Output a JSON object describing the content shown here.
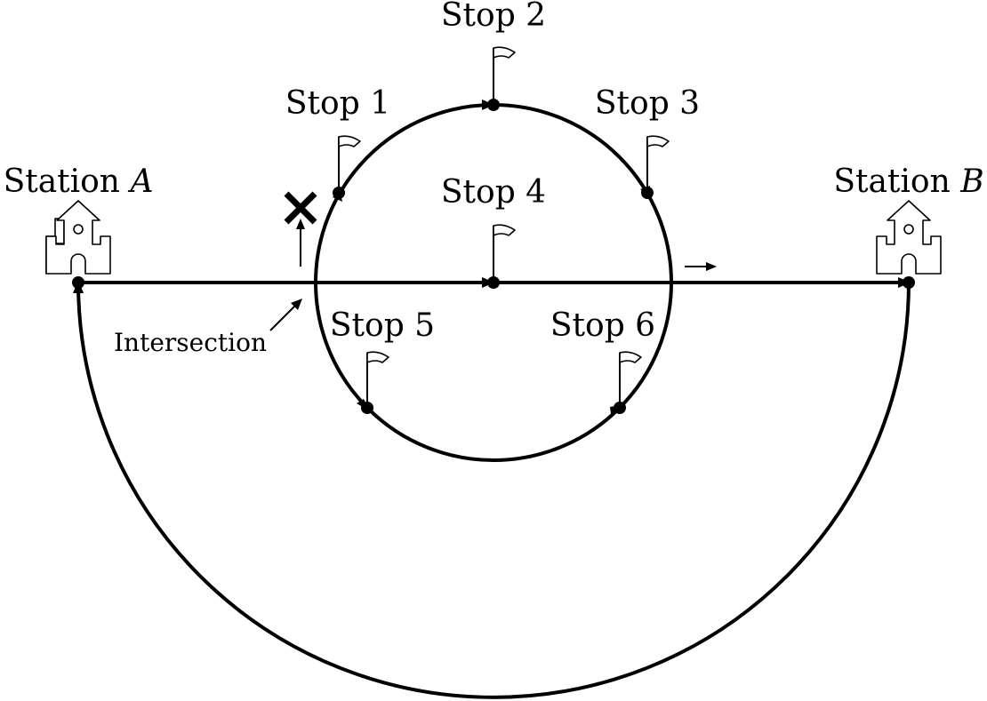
{
  "stations": {
    "a": {
      "prefix": "Station ",
      "letter": "A"
    },
    "b": {
      "prefix": "Station ",
      "letter": "B"
    }
  },
  "stops": [
    "Stop 1",
    "Stop 2",
    "Stop 3",
    "Stop 4",
    "Stop 5",
    "Stop 6"
  ],
  "annotations": {
    "intersection": "Intersection"
  },
  "icons": {
    "stop_marker": "flag-icon",
    "station": "castle-building-icon",
    "closed_marker": "x-cross-icon"
  }
}
